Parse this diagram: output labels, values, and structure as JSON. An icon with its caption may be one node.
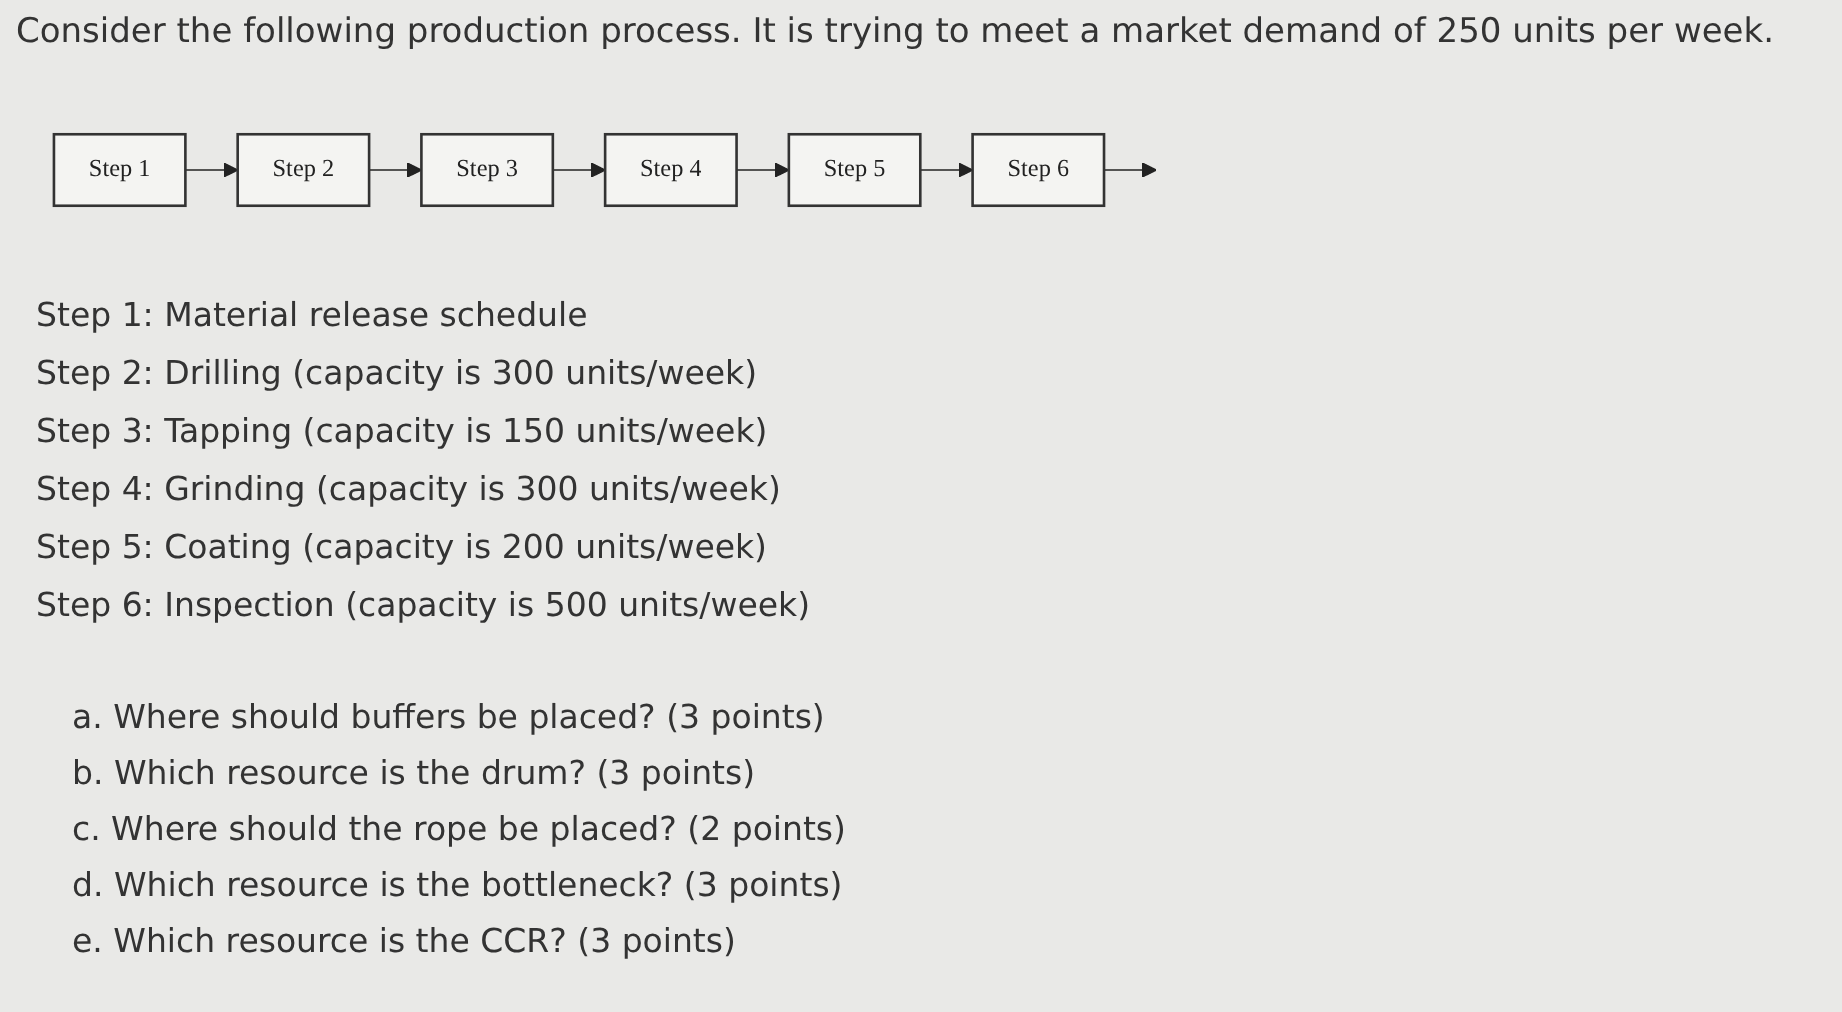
{
  "diagram": {
    "title": "Consider the following production process. It is trying to meet a market demand of 250 units per week.",
    "nodes": [
      {
        "text": [
          "Step 1"
        ]
      },
      {
        "text": [
          "Step 2"
        ]
      },
      {
        "text": [
          "Step 3"
        ]
      },
      {
        "text": [
          "Step 4"
        ]
      },
      {
        "text": [
          "Step 5"
        ]
      },
      {
        "text": [
          "Step 6"
        ]
      }
    ],
    "edges": [
      {
        "from": 0,
        "to": 1,
        "arrow": "to"
      },
      {
        "from": 1,
        "to": 2,
        "arrow": "to"
      },
      {
        "from": 2,
        "to": 3,
        "arrow": "to"
      },
      {
        "from": 3,
        "to": 4,
        "arrow": "to"
      },
      {
        "from": 4,
        "to": 5,
        "arrow": "to"
      },
      {
        "from": 5,
        "to": null,
        "arrow": "to"
      }
    ],
    "labels": [
      "Step 1: Material release schedule",
      "Step 2: Drilling (capacity is 300 units/week)",
      "Step 3: Tapping (capacity is 150 units/week)",
      "Step 4: Grinding (capacity is 300 units/week)",
      "Step 5: Coating (capacity is 200 units/week)",
      "Step 6: Inspection (capacity is 500 units/week)",
      "a. Where should buffers be placed? (3 points)",
      "b. Which resource is the drum? (3 points)",
      "c. Where should the rope be placed? (2 points)",
      "d. Which resource is the bottleneck? (3 points)",
      "e. Which resource is the CCR? (3 points)"
    ]
  }
}
